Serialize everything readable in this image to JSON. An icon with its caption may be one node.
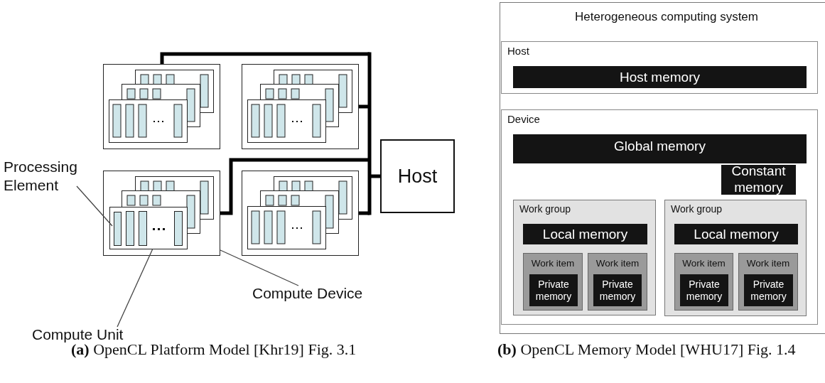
{
  "diagram": {
    "nodes": [
      {
        "text": [],
        "shape": "box"
      },
      {
        "text": [],
        "shape": "box"
      },
      {
        "text": [],
        "shape": "box"
      },
      {
        "text": [],
        "shape": "box"
      },
      {
        "text": [],
        "shape": "box",
        "in": 3
      },
      {
        "text": [],
        "shape": "box",
        "in": 4
      },
      {
        "text": [
          "Processing Element"
        ]
      },
      {
        "text": [
          "Compute Unit"
        ]
      },
      {
        "text": [
          "Compute Device"
        ]
      },
      {
        "text": [
          "Host"
        ]
      },
      {
        "text": [
          "Heterogeneous computing system"
        ]
      },
      {
        "text": [
          "Host"
        ],
        "in": 10
      },
      {
        "text": [
          "Host memory"
        ],
        "in": 11
      },
      {
        "text": [
          "Device"
        ],
        "in": 10
      },
      {
        "text": [
          "Global memory"
        ],
        "in": 13
      },
      {
        "text": [
          "Constant memory"
        ],
        "in": 13
      },
      {
        "text": [
          "Work group"
        ],
        "in": 13
      },
      {
        "text": [
          "Local memory"
        ],
        "in": 16
      },
      {
        "text": [
          "Work item"
        ],
        "in": 16
      },
      {
        "text": [
          "Private memory"
        ],
        "in": 18
      },
      {
        "text": [
          "Work item"
        ],
        "in": 16
      },
      {
        "text": [
          "Private memory"
        ],
        "in": 20
      },
      {
        "text": [
          "Work group"
        ],
        "in": 13
      },
      {
        "text": [
          "Local memory"
        ],
        "in": 22
      },
      {
        "text": [
          "Work item"
        ],
        "in": 22
      },
      {
        "text": [
          "Private memory"
        ],
        "in": 24
      },
      {
        "text": [
          "Work item"
        ],
        "in": 22
      },
      {
        "text": [
          "Private memory"
        ],
        "in": 26
      }
    ],
    "edges": [
      {
        "from": 6,
        "to": 5,
        "arrow": "none"
      },
      {
        "from": 7,
        "to": 4,
        "arrow": "none"
      },
      {
        "from": 8,
        "to": 3,
        "arrow": "none"
      },
      {
        "from": 9,
        "to": 0,
        "arrow": "none"
      },
      {
        "from": 9,
        "to": 1,
        "arrow": "none"
      },
      {
        "from": 9,
        "to": 2,
        "arrow": "none"
      },
      {
        "from": 9,
        "to": 3,
        "arrow": "none"
      }
    ],
    "labels": [
      "**(a)** OpenCL Platform Model [Khr19] Fig. 3.1",
      "**(b)** OpenCL Memory Model [WHU17] Fig. 1.4"
    ]
  }
}
